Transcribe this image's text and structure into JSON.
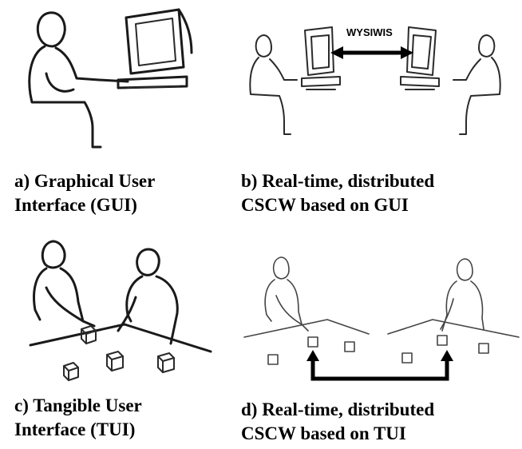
{
  "panels": [
    {
      "id": "a",
      "line1": "a) Graphical User",
      "line2": "Interface (GUI)"
    },
    {
      "id": "b",
      "line1": "b) Real-time, distributed",
      "line2": "CSCW based on GUI",
      "arrow_label": "WYSIWIS"
    },
    {
      "id": "c",
      "line1": "c) Tangible User",
      "line2": "Interface (TUI)"
    },
    {
      "id": "d",
      "line1": "d) Real-time, distributed",
      "line2": "CSCW based on TUI"
    }
  ]
}
